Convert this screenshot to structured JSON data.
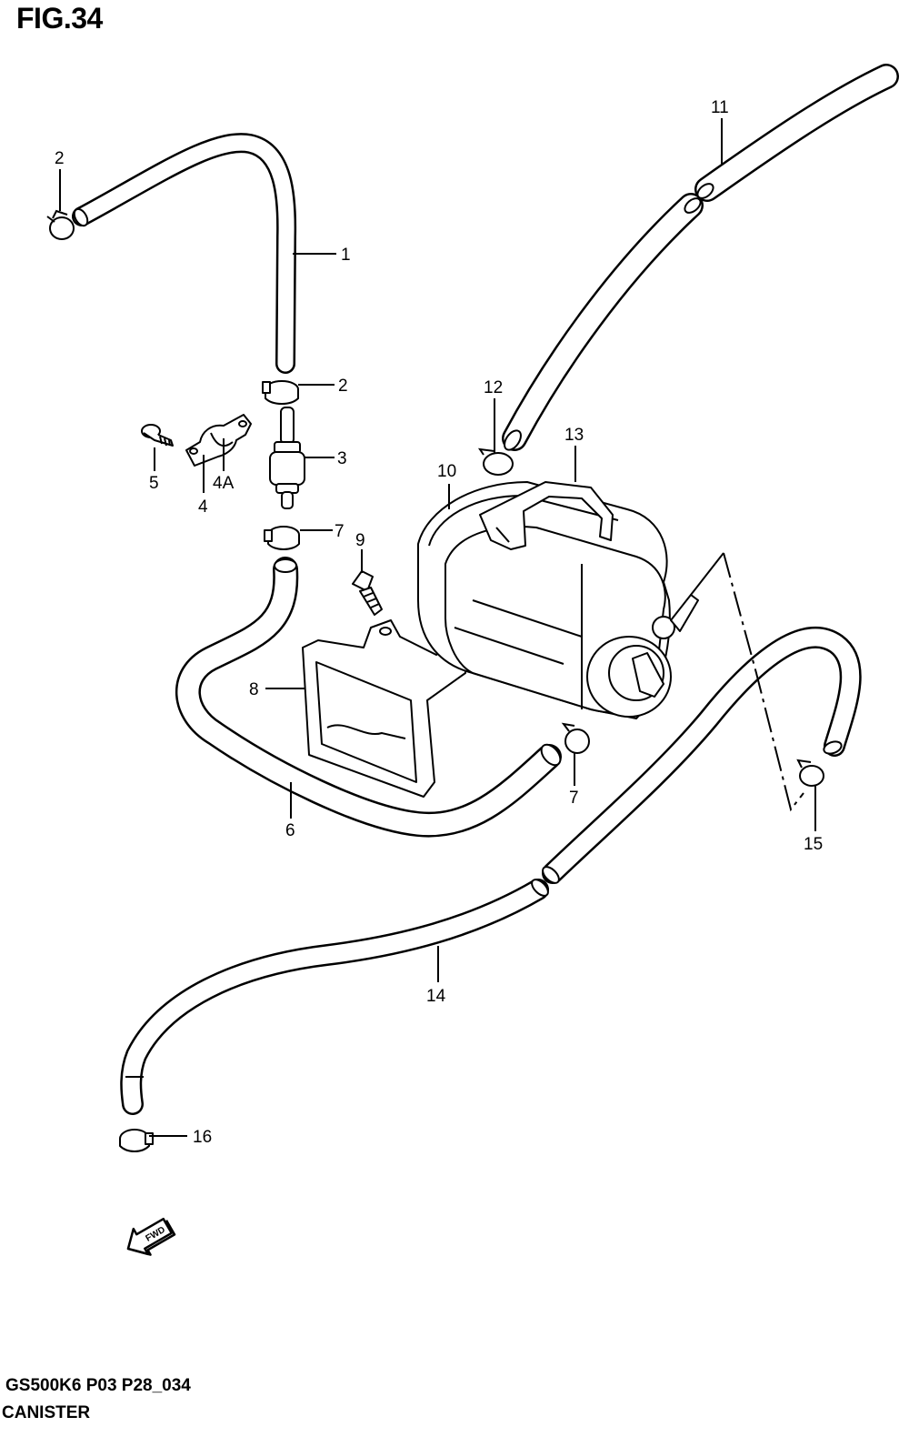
{
  "figure": {
    "title": "FIG.34",
    "code": "GS500K6 P03 P28_034",
    "caption": "CANISTER"
  },
  "callouts": [
    {
      "id": "1",
      "text": "1"
    },
    {
      "id": "2a",
      "text": "2"
    },
    {
      "id": "2b",
      "text": "2"
    },
    {
      "id": "3",
      "text": "3"
    },
    {
      "id": "4",
      "text": "4"
    },
    {
      "id": "4A",
      "text": "4A"
    },
    {
      "id": "5",
      "text": "5"
    },
    {
      "id": "6",
      "text": "6"
    },
    {
      "id": "7a",
      "text": "7"
    },
    {
      "id": "7b",
      "text": "7"
    },
    {
      "id": "8",
      "text": "8"
    },
    {
      "id": "9",
      "text": "9"
    },
    {
      "id": "10",
      "text": "10"
    },
    {
      "id": "11",
      "text": "11"
    },
    {
      "id": "12",
      "text": "12"
    },
    {
      "id": "13",
      "text": "13"
    },
    {
      "id": "14",
      "text": "14"
    },
    {
      "id": "15",
      "text": "15"
    },
    {
      "id": "16",
      "text": "16"
    }
  ],
  "fwd_arrow": {
    "text": "FWD",
    "icon": "forward-arrow-icon"
  }
}
